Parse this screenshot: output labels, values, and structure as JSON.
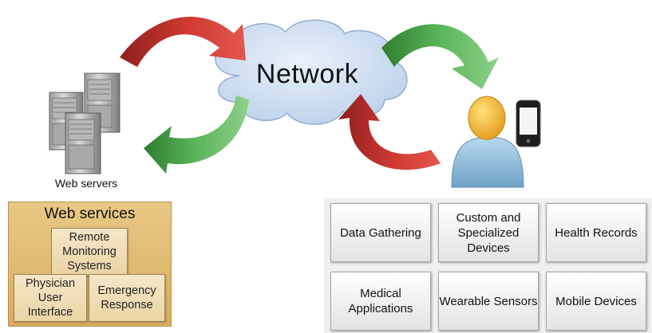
{
  "network": {
    "label": "Network"
  },
  "servers": {
    "label": "Web servers"
  },
  "web_services": {
    "title": "Web services",
    "items": [
      {
        "label": "Remote Monitoring Systems"
      },
      {
        "label": "Physician User Interface"
      },
      {
        "label": "Emergency Response"
      }
    ]
  },
  "tiles": [
    {
      "label": "Data Gathering"
    },
    {
      "label": "Custom and Specialized Devices"
    },
    {
      "label": "Health Records"
    },
    {
      "label": "Medical Applications"
    },
    {
      "label": "Wearable Sensors"
    },
    {
      "label": "Mobile Devices"
    }
  ],
  "colors": {
    "red_arrow": "#c0302a",
    "green_arrow": "#3f9a3f",
    "cloud": "#cfe0f3",
    "panel": "#ddb463"
  },
  "icons": [
    "web-server-icon",
    "user-icon",
    "smartphone-icon"
  ]
}
